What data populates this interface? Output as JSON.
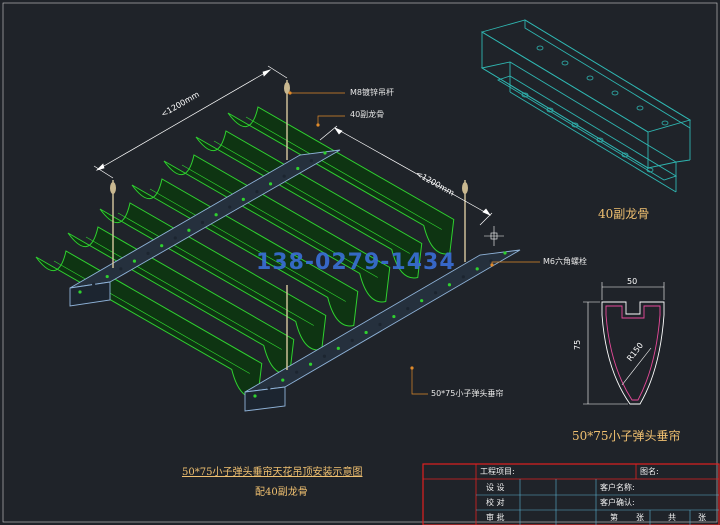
{
  "annotations": {
    "hanger_rod": "M8镀锌吊杆",
    "sub_keel": "40副龙骨",
    "hex_bolt": "M6六角螺栓",
    "panel": "50*75小子弹头垂帘"
  },
  "dimensions": {
    "span_a": "<1200mm",
    "span_b": "<1200mm",
    "profile_width": "50",
    "profile_height": "75",
    "profile_radius": "R150"
  },
  "captions": {
    "keel_title": "40副龙骨",
    "profile_title": "50*75小子弹头垂帘"
  },
  "drawing_title": {
    "main": "50*75小子弹头垂帘天花吊顶安装示意图",
    "sub": "配40副龙骨"
  },
  "watermark": "138-0279-1434",
  "title_block": {
    "project": "工程项目:",
    "drawing_name": "图名:",
    "design": "设 设",
    "check": "校 对",
    "approve": "审 批",
    "client_name": "客户名称:",
    "client_confirm": "客户确认:",
    "sheet_no": "第",
    "sheet_unit": "张",
    "sheet_total": "共",
    "sheet_total_unit": "张"
  },
  "colors": {
    "background": "#1f2329",
    "panel_green": "#2fd12f",
    "keel_blue": "#8fb3d9",
    "dimension_white": "#ffffff",
    "title_red": "#e02020",
    "text_gold": "#f0c070",
    "leader_orange": "#e08a2a"
  }
}
